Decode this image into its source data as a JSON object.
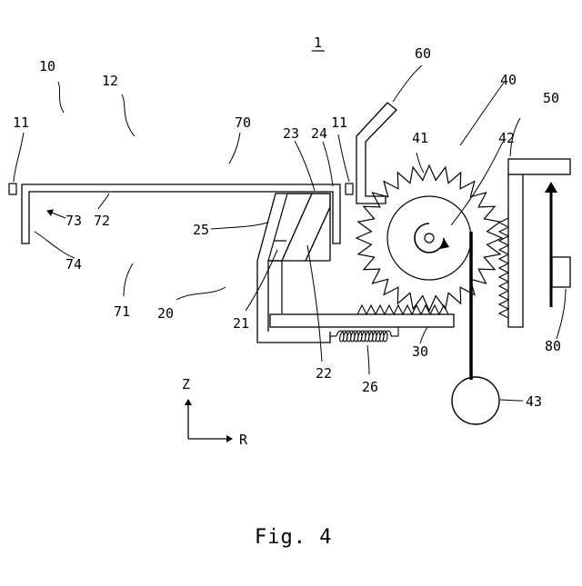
{
  "figure": {
    "number_label": "1",
    "caption": "Fig. 4",
    "axes": {
      "z": "Z",
      "r": "R"
    },
    "labels": {
      "n10": "10",
      "n11a": "11",
      "n11b": "11",
      "n12": "12",
      "n20": "20",
      "n21": "21",
      "n22": "22",
      "n23": "23",
      "n24": "24",
      "n25": "25",
      "n26": "26",
      "n30": "30",
      "n40": "40",
      "n41": "41",
      "n42": "42",
      "n43": "43",
      "n50": "50",
      "n60": "60",
      "n70": "70",
      "n71": "71",
      "n72": "72",
      "n73": "73",
      "n74": "74",
      "n80": "80"
    }
  }
}
